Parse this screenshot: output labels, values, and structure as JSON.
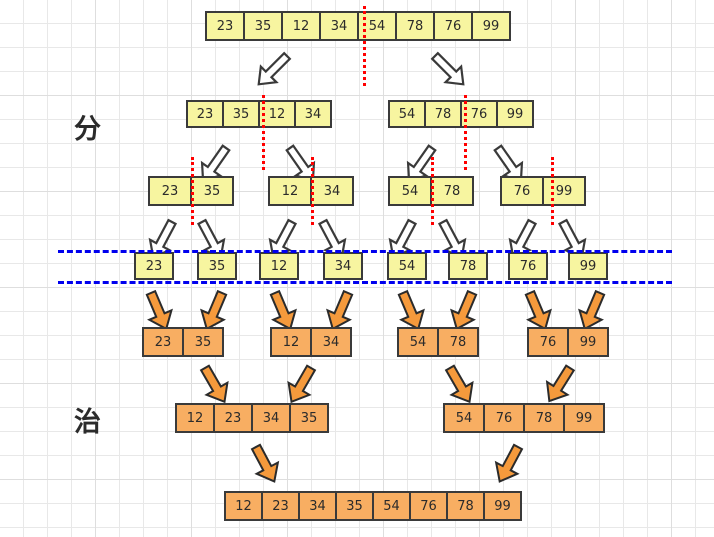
{
  "diagram": {
    "title_divide": "分",
    "title_conquer": "治",
    "colors": {
      "divide_cell_fill": "#f7f5a0",
      "merge_cell_fill": "#f8ae62",
      "cell_border": "#3a3a3a",
      "split_marker": "#ff0000",
      "boundary_line": "#0000ee",
      "merge_arrow": "#f59a3c",
      "divide_arrow_fill": "#ffffff",
      "divide_arrow_stroke": "#3a3a3a",
      "grid": "#e8e8e8"
    }
  },
  "levels": [
    {
      "name": "level-0-unsorted",
      "phase": "divide",
      "arrays": [
        {
          "values": [
            "23",
            "35",
            "12",
            "34",
            "54",
            "78",
            "76",
            "99"
          ]
        }
      ]
    },
    {
      "name": "level-1-halves",
      "phase": "divide",
      "arrays": [
        {
          "values": [
            "23",
            "35",
            "12",
            "34"
          ]
        },
        {
          "values": [
            "54",
            "78",
            "76",
            "99"
          ]
        }
      ]
    },
    {
      "name": "level-2-quarters",
      "phase": "divide",
      "arrays": [
        {
          "values": [
            "23",
            "35"
          ]
        },
        {
          "values": [
            "12",
            "34"
          ]
        },
        {
          "values": [
            "54",
            "78"
          ]
        },
        {
          "values": [
            "76",
            "99"
          ]
        }
      ]
    },
    {
      "name": "level-3-singletons",
      "phase": "divide",
      "arrays": [
        {
          "values": [
            "23"
          ]
        },
        {
          "values": [
            "35"
          ]
        },
        {
          "values": [
            "12"
          ]
        },
        {
          "values": [
            "34"
          ]
        },
        {
          "values": [
            "54"
          ]
        },
        {
          "values": [
            "78"
          ]
        },
        {
          "values": [
            "76"
          ]
        },
        {
          "values": [
            "99"
          ]
        }
      ]
    },
    {
      "name": "level-4-merged-pairs",
      "phase": "merge",
      "arrays": [
        {
          "values": [
            "23",
            "35"
          ]
        },
        {
          "values": [
            "12",
            "34"
          ]
        },
        {
          "values": [
            "54",
            "78"
          ]
        },
        {
          "values": [
            "76",
            "99"
          ]
        }
      ]
    },
    {
      "name": "level-5-merged-quads",
      "phase": "merge",
      "arrays": [
        {
          "values": [
            "12",
            "23",
            "34",
            "35"
          ]
        },
        {
          "values": [
            "54",
            "76",
            "78",
            "99"
          ]
        }
      ]
    },
    {
      "name": "level-6-sorted",
      "phase": "merge",
      "arrays": [
        {
          "values": [
            "12",
            "23",
            "34",
            "35",
            "54",
            "76",
            "78",
            "99"
          ]
        }
      ]
    }
  ],
  "cells": {
    "l0": [
      "23",
      "35",
      "12",
      "34",
      "54",
      "78",
      "76",
      "99"
    ],
    "l1a": [
      "23",
      "35",
      "12",
      "34"
    ],
    "l1b": [
      "54",
      "78",
      "76",
      "99"
    ],
    "l2a": [
      "23",
      "35"
    ],
    "l2b": [
      "12",
      "34"
    ],
    "l2c": [
      "54",
      "78"
    ],
    "l2d": [
      "76",
      "99"
    ],
    "l3": [
      "23",
      "35",
      "12",
      "34",
      "54",
      "78",
      "76",
      "99"
    ],
    "l4a": [
      "23",
      "35"
    ],
    "l4b": [
      "12",
      "34"
    ],
    "l4c": [
      "54",
      "78"
    ],
    "l4d": [
      "76",
      "99"
    ],
    "l5a": [
      "12",
      "23",
      "34",
      "35"
    ],
    "l5b": [
      "54",
      "76",
      "78",
      "99"
    ],
    "l6": [
      "12",
      "23",
      "34",
      "35",
      "54",
      "76",
      "78",
      "99"
    ]
  }
}
